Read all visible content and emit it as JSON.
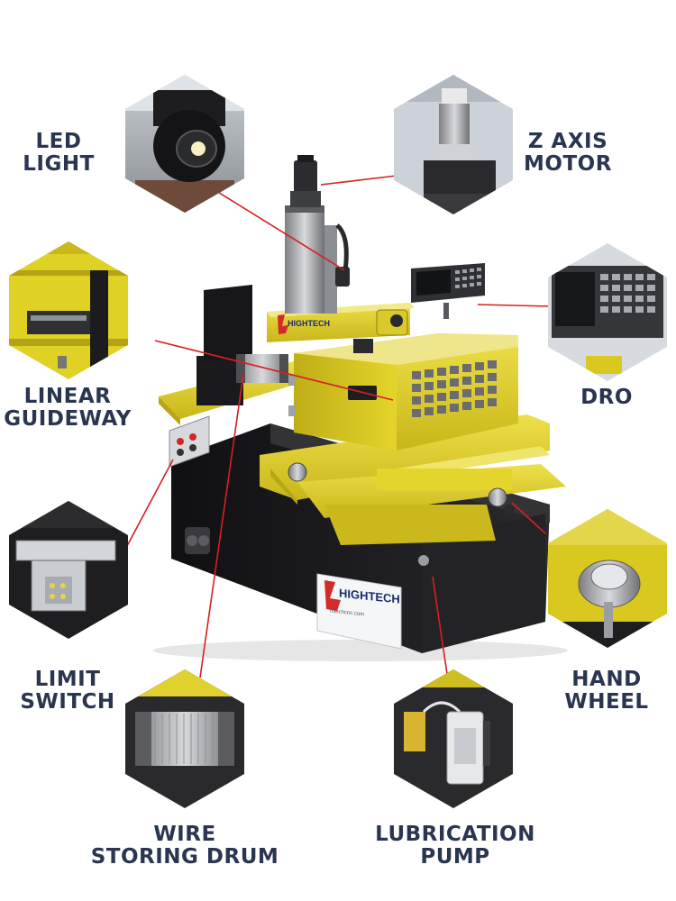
{
  "features": {
    "led_light": {
      "line1": "LED",
      "line2": "LIGHT"
    },
    "z_axis_motor": {
      "line1": "Z AXIS",
      "line2": "MOTOR"
    },
    "linear_guideway": {
      "line1": "LINEAR",
      "line2": "GUIDEWAY"
    },
    "dro": {
      "line1": "DRO"
    },
    "limit_switch": {
      "line1": "LIMIT",
      "line2": "SWITCH"
    },
    "hand_wheel": {
      "line1": "HAND",
      "line2": "WHEEL"
    },
    "wire_storing_drum": {
      "line1": "WIRE",
      "line2": "STORING DRUM"
    },
    "lubrication_pump": {
      "line1": "LUBRICATION",
      "line2": "PUMP"
    }
  },
  "machine": {
    "brand_logo": "HIGHTECH",
    "brand_url": "hitechcnc.com",
    "head_logo": "HIGHTECH"
  },
  "colors": {
    "label_text": "#2a3550",
    "leader_line": "#d62020",
    "machine_yellow": "#e2d21f",
    "machine_black": "#1b1b1d"
  }
}
